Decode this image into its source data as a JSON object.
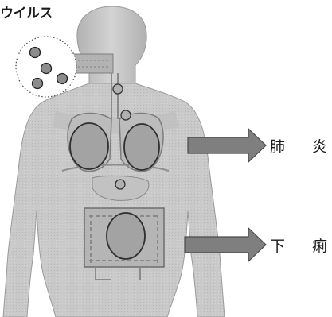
{
  "labels": {
    "virus": "ウイルス",
    "pneumonia": "肺 炎",
    "diarrhea": "下 痢"
  },
  "colors": {
    "body_fill": "#c9c9c9",
    "body_shadow": "#9f9f9f",
    "organ_outline": "#3a3a3a",
    "lesion_fill": "#9a9a9a",
    "arrow_fill": "#7f7f7f",
    "virus_particle": "#8c8c8c"
  },
  "icons": [
    "virus-particle-icon",
    "arrow-right-icon"
  ]
}
